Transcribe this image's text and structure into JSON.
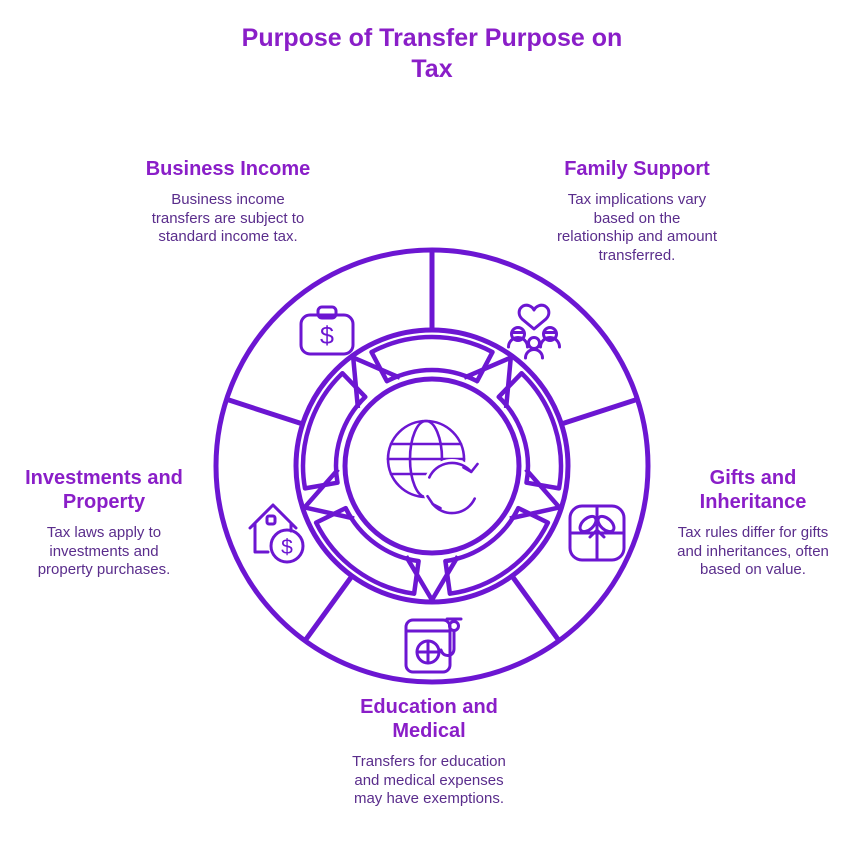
{
  "title": "Purpose of Transfer Purpose on\nTax",
  "colors": {
    "wheel_line": "#6C16D2",
    "heading_text": "#8A1EC8",
    "body_text": "#5A2D8C",
    "background": "#FFFFFF"
  },
  "center": {
    "icon": "globe-sync-icon"
  },
  "segments": [
    {
      "id": "business-income",
      "position": "top-left",
      "heading": "Business Income",
      "body": "Business income\ntransfers are subject to\nstandard income tax.",
      "icon": "briefcase-dollar-icon",
      "icon_glyphs": {
        "currency": "$"
      }
    },
    {
      "id": "family-support",
      "position": "top-right",
      "heading": "Family Support",
      "body": "Tax implications vary\nbased on the\nrelationship and amount\ntransferred.",
      "icon": "family-heart-icon"
    },
    {
      "id": "gifts-inheritance",
      "position": "right",
      "heading": "Gifts and\nInheritance",
      "body": "Tax rules differ for gifts\nand inheritances, often\nbased on value.",
      "icon": "gift-icon"
    },
    {
      "id": "education-medical",
      "position": "bottom",
      "heading": "Education and\nMedical",
      "body": "Transfers for education\nand medical expenses\nmay have exemptions.",
      "icon": "book-medical-icon"
    },
    {
      "id": "investments-property",
      "position": "left",
      "heading": "Investments and\nProperty",
      "body": "Tax laws apply to\ninvestments and\nproperty purchases.",
      "icon": "house-dollar-icon",
      "icon_glyphs": {
        "currency": "$"
      }
    }
  ]
}
